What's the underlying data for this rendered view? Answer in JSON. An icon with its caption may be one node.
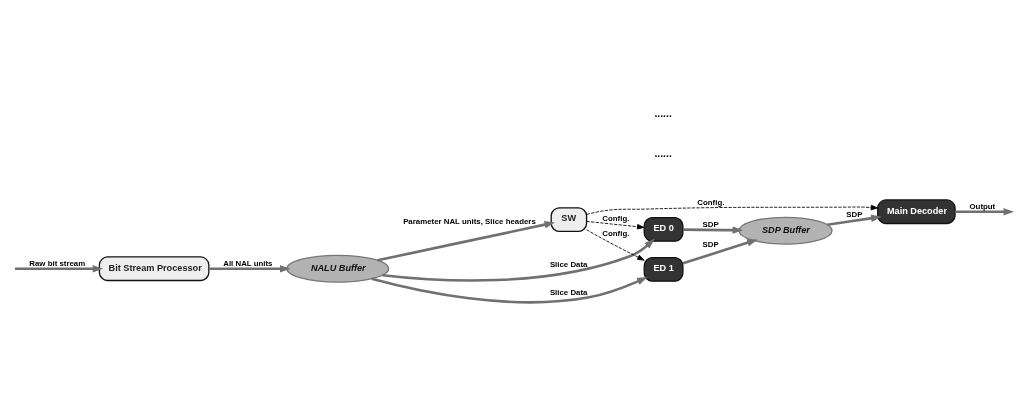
{
  "diagram": {
    "nodes": [
      {
        "text": [
          "Bit Stream Processor"
        ]
      },
      {
        "text": [
          "NALU Buffer"
        ]
      },
      {
        "text": [
          "SW"
        ]
      },
      {
        "text": [
          "ED 0"
        ]
      },
      {
        "text": [
          "ED 1"
        ]
      },
      {
        "text": [
          "SDP Buffer"
        ]
      },
      {
        "text": [
          "Main Decoder"
        ]
      }
    ],
    "edges": [
      {
        "from": null,
        "to": 0,
        "arrow": "to",
        "label": "Raw bit stream"
      },
      {
        "from": 0,
        "to": 1,
        "arrow": "to",
        "label": "All NAL units"
      },
      {
        "from": 1,
        "to": 2,
        "arrow": "to",
        "label": "Parameter NAL units, Slice headers"
      },
      {
        "from": 1,
        "to": 3,
        "arrow": "to",
        "label": "Slice Data"
      },
      {
        "from": 1,
        "to": 4,
        "arrow": "to",
        "label": "Slice Data"
      },
      {
        "from": 2,
        "to": 3,
        "arrow": "to",
        "label": "Config.",
        "style": "dashed",
        "color": "#000000"
      },
      {
        "from": 2,
        "to": 4,
        "arrow": "to",
        "label": "Config.",
        "style": "dashed",
        "color": "#000000"
      },
      {
        "from": 2,
        "to": 6,
        "arrow": "to",
        "label": "Config.",
        "style": "dashed",
        "color": "#000000"
      },
      {
        "from": 3,
        "to": 5,
        "arrow": "to",
        "label": "SDP"
      },
      {
        "from": 4,
        "to": 5,
        "arrow": "to",
        "label": "SDP"
      },
      {
        "from": 5,
        "to": 6,
        "arrow": "to",
        "label": "SDP"
      },
      {
        "from": 6,
        "to": null,
        "arrow": "to",
        "label": "Output"
      }
    ],
    "labels": [
      "......",
      "......"
    ]
  }
}
